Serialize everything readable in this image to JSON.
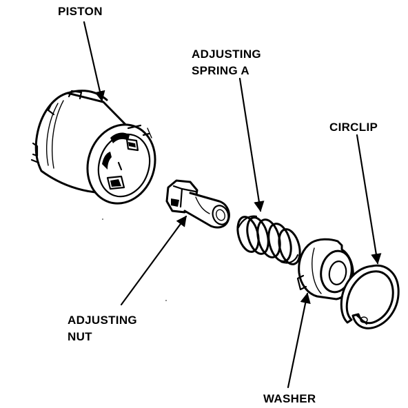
{
  "labels": {
    "piston": "PISTON",
    "adjusting_spring_a_line1": "ADJUSTING",
    "adjusting_spring_a_line2": "SPRING A",
    "circlip": "CIRCLIP",
    "adjusting_nut_line1": "ADJUSTING",
    "adjusting_nut_line2": "NUT",
    "washer": "WASHER"
  },
  "colors": {
    "ink": "#000000",
    "paper": "#ffffff"
  }
}
